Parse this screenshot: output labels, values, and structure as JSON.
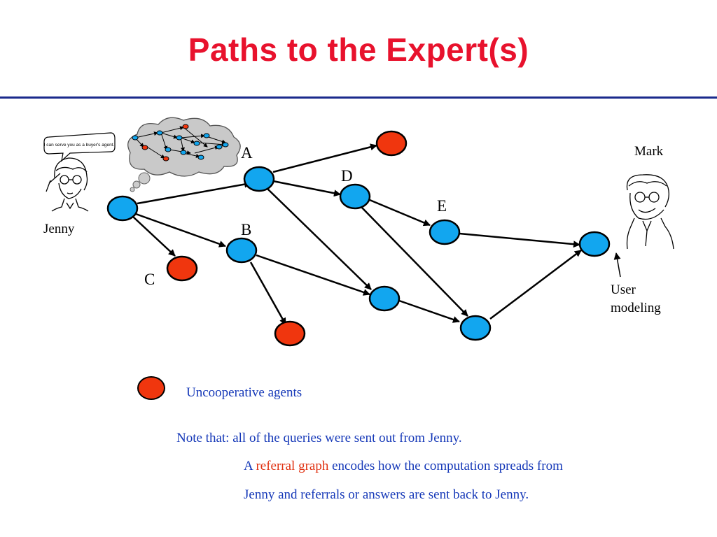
{
  "slide": {
    "title": "Paths to the Expert(s)",
    "title_color": "#e8122d",
    "rule_color": "#1a2a8c"
  },
  "colors": {
    "cooperative_node": "#12a6ef",
    "uncooperative_node": "#f0360e",
    "text_blue": "#1538b8",
    "highlight_red": "#e03010"
  },
  "characters": {
    "jenny": {
      "label": "Jenny",
      "speech": "I can serve you as a buyer's agent.",
      "thought_icon": "thought-cloud-icon"
    },
    "mark": {
      "label": "Mark",
      "annotation_line1": "User",
      "annotation_line2": "modeling"
    }
  },
  "node_labels": {
    "A": "A",
    "B": "B",
    "C": "C",
    "D": "D",
    "E": "E"
  },
  "legend": {
    "label": "Uncooperative agents"
  },
  "notes": {
    "line1": "Note that: all of the queries were sent out from Jenny.",
    "line2_prefix": "A ",
    "line2_highlight": "referral graph",
    "line2_suffix": " encodes how the computation spreads from",
    "line3": "Jenny and referrals or answers are sent back to Jenny."
  }
}
